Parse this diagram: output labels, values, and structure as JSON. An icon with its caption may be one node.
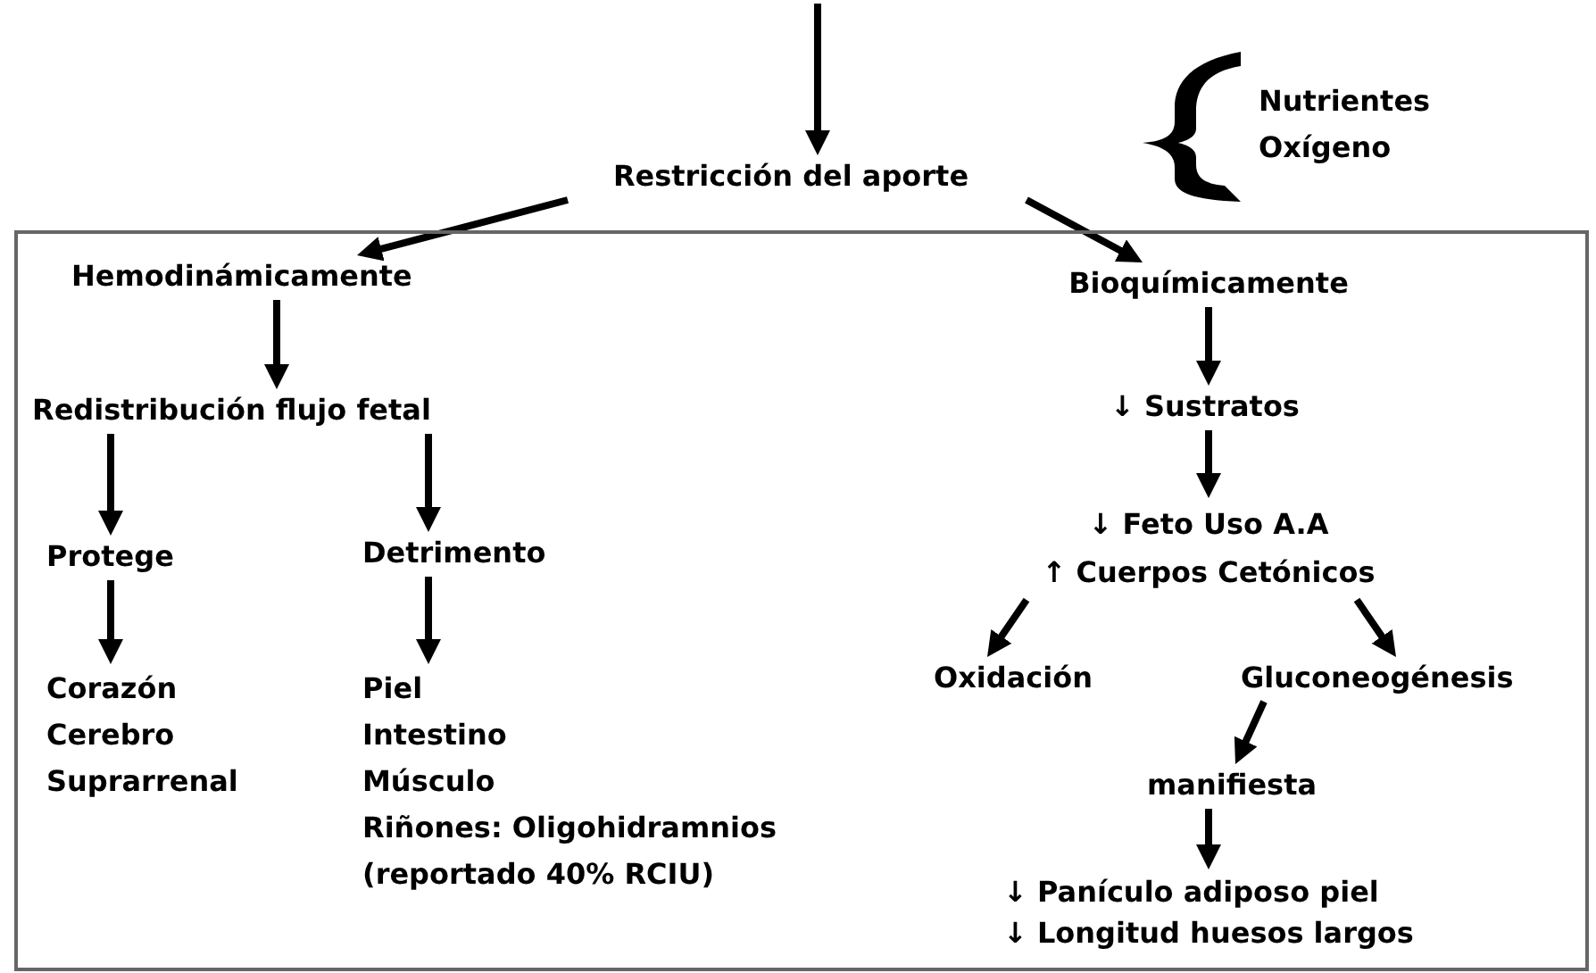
{
  "diagram": {
    "nodes": [
      {
        "text": [
          "Restricción del aporte"
        ]
      },
      {
        "text": [
          "Nutrientes",
          "Oxígeno"
        ]
      },
      {
        "text": [],
        "shape": "box"
      },
      {
        "text": [
          "Hemodinámicamente"
        ],
        "in": 2
      },
      {
        "text": [
          "Bioquímicamente"
        ],
        "in": 2
      },
      {
        "text": [
          "Redistribución flujo fetal"
        ],
        "in": 2
      },
      {
        "text": [
          "↓ Sustratos"
        ],
        "in": 2
      },
      {
        "text": [
          "Protege"
        ],
        "in": 2
      },
      {
        "text": [
          "Detrimento"
        ],
        "in": 2
      },
      {
        "text": [
          "↓ Feto Uso A.A",
          "↑ Cuerpos Cetónicos"
        ],
        "in": 2
      },
      {
        "text": [
          "Oxidación"
        ],
        "in": 2
      },
      {
        "text": [
          "Gluconeogénesis"
        ],
        "in": 2
      },
      {
        "text": [
          "Corazón",
          "Cerebro",
          "Suprarrenal"
        ],
        "in": 2
      },
      {
        "text": [
          "Piel",
          "Intestino",
          "Músculo",
          "Riñones: Oligohidramnios",
          "(reportado 40% RCIU)"
        ],
        "in": 2
      },
      {
        "text": [
          "manifiesta"
        ],
        "in": 2
      },
      {
        "text": [
          "↓ Panículo adiposo piel",
          "↓ Longitud huesos largos"
        ],
        "in": 2
      }
    ],
    "edges": [
      {
        "from": null,
        "to": 0,
        "arrow": "to"
      },
      {
        "from": 0,
        "to": 3,
        "arrow": "to"
      },
      {
        "from": 0,
        "to": 4,
        "arrow": "to"
      },
      {
        "from": 3,
        "to": 5,
        "arrow": "to"
      },
      {
        "from": 5,
        "to": 7,
        "arrow": "to"
      },
      {
        "from": 5,
        "to": 8,
        "arrow": "to"
      },
      {
        "from": 7,
        "to": 12,
        "arrow": "to"
      },
      {
        "from": 8,
        "to": 13,
        "arrow": "to"
      },
      {
        "from": 4,
        "to": 6,
        "arrow": "to"
      },
      {
        "from": 6,
        "to": 9,
        "arrow": "to"
      },
      {
        "from": 9,
        "to": 10,
        "arrow": "to"
      },
      {
        "from": 9,
        "to": 11,
        "arrow": "to"
      },
      {
        "from": 11,
        "to": 14,
        "arrow": "to"
      },
      {
        "from": 14,
        "to": 15,
        "arrow": "to"
      }
    ]
  }
}
